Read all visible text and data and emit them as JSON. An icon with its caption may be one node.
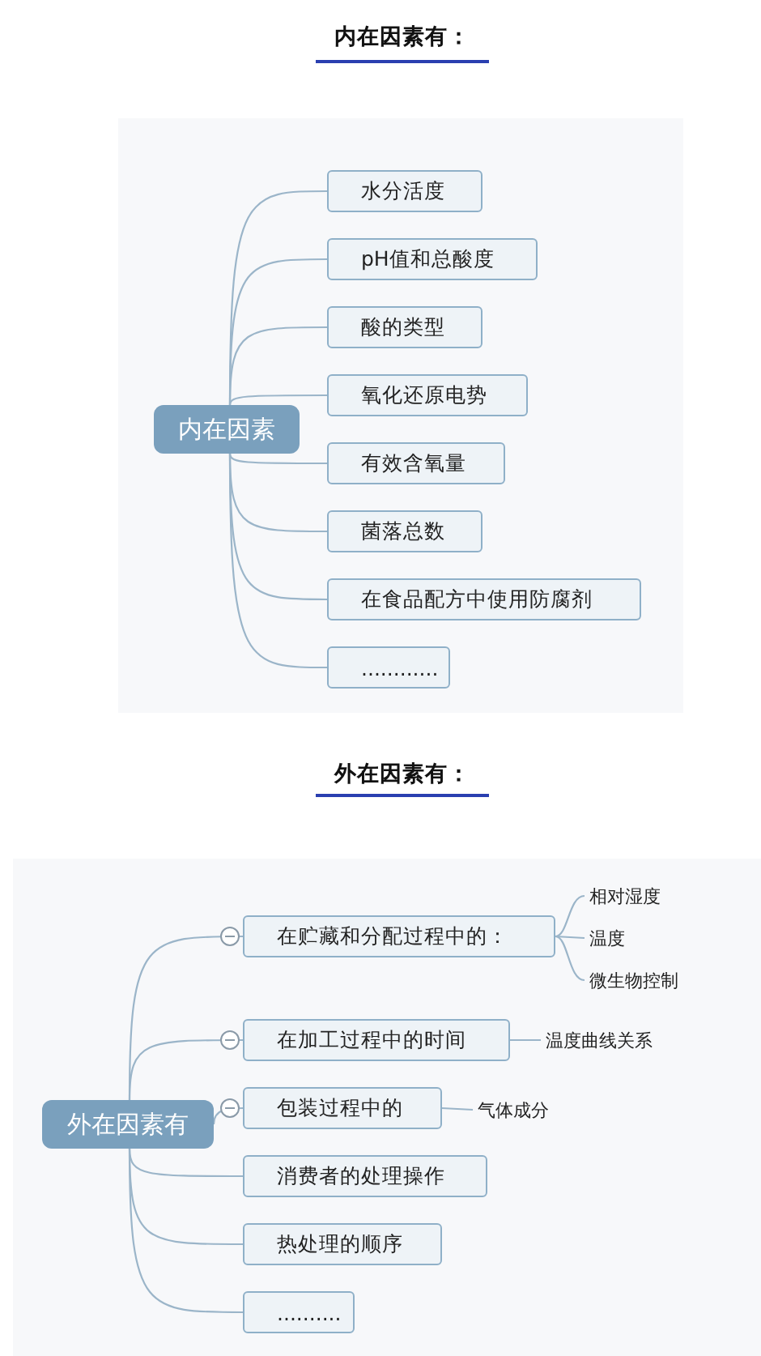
{
  "diagram": {
    "nodes": [
      {
        "text": [
          "内在因素"
        ]
      },
      {
        "text": [
          "水分活度"
        ]
      },
      {
        "text": [
          "pH值和总酸度"
        ]
      },
      {
        "text": [
          "酸的类型"
        ]
      },
      {
        "text": [
          "氧化还原电势"
        ]
      },
      {
        "text": [
          "有效含氧量"
        ]
      },
      {
        "text": [
          "菌落总数"
        ]
      },
      {
        "text": [
          "在食品配方中使用防腐剂"
        ]
      },
      {
        "text": [
          "............"
        ]
      },
      {
        "text": [
          "外在因素有"
        ]
      },
      {
        "text": [
          "在贮藏和分配过程中的："
        ]
      },
      {
        "text": [
          "在加工过程中的时间"
        ]
      },
      {
        "text": [
          "包装过程中的"
        ]
      },
      {
        "text": [
          "消费者的处理操作"
        ]
      },
      {
        "text": [
          "热处理的顺序"
        ]
      },
      {
        "text": [
          ".........."
        ]
      },
      {
        "text": [
          "相对湿度"
        ]
      },
      {
        "text": [
          "温度"
        ]
      },
      {
        "text": [
          "微生物控制"
        ]
      },
      {
        "text": [
          "温度曲线关系"
        ]
      },
      {
        "text": [
          "气体成分"
        ]
      }
    ],
    "edges": [
      {
        "from": 0,
        "to": 1,
        "arrow": "none"
      },
      {
        "from": 0,
        "to": 2,
        "arrow": "none"
      },
      {
        "from": 0,
        "to": 3,
        "arrow": "none"
      },
      {
        "from": 0,
        "to": 4,
        "arrow": "none"
      },
      {
        "from": 0,
        "to": 5,
        "arrow": "none"
      },
      {
        "from": 0,
        "to": 6,
        "arrow": "none"
      },
      {
        "from": 0,
        "to": 7,
        "arrow": "none"
      },
      {
        "from": 0,
        "to": 8,
        "arrow": "none"
      },
      {
        "from": 9,
        "to": 10,
        "arrow": "none"
      },
      {
        "from": 9,
        "to": 11,
        "arrow": "none"
      },
      {
        "from": 9,
        "to": 12,
        "arrow": "none"
      },
      {
        "from": 9,
        "to": 13,
        "arrow": "none"
      },
      {
        "from": 9,
        "to": 14,
        "arrow": "none"
      },
      {
        "from": 9,
        "to": 15,
        "arrow": "none"
      },
      {
        "from": 10,
        "to": 16,
        "arrow": "none"
      },
      {
        "from": 10,
        "to": 17,
        "arrow": "none"
      },
      {
        "from": 10,
        "to": 18,
        "arrow": "none"
      },
      {
        "from": 11,
        "to": 19,
        "arrow": "none"
      },
      {
        "from": 12,
        "to": 20,
        "arrow": "none"
      }
    ],
    "labels": [
      "内在因素有：",
      "外在因素有："
    ]
  }
}
